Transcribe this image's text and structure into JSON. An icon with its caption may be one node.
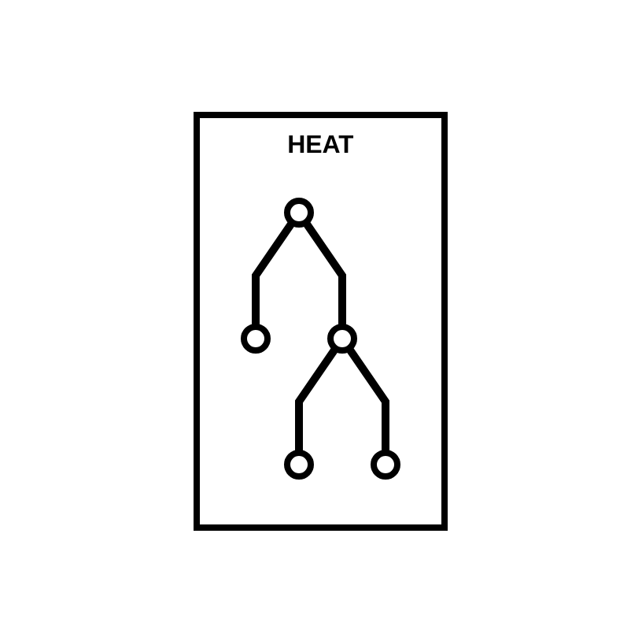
{
  "diagram": {
    "nodes": [
      {
        "text": [
          "HEAT"
        ]
      },
      {
        "text": [],
        "shape": "circle",
        "in": 0
      },
      {
        "text": [],
        "shape": "circle",
        "in": 0
      },
      {
        "text": [],
        "shape": "circle",
        "in": 0
      },
      {
        "text": [],
        "shape": "circle",
        "in": 0
      },
      {
        "text": [],
        "shape": "circle",
        "in": 0
      }
    ],
    "edges": [
      {
        "from": 1,
        "to": 2,
        "arrow": "none"
      },
      {
        "from": 1,
        "to": 3,
        "arrow": "none"
      },
      {
        "from": 3,
        "to": 4,
        "arrow": "none"
      },
      {
        "from": 3,
        "to": 5,
        "arrow": "none"
      }
    ]
  }
}
